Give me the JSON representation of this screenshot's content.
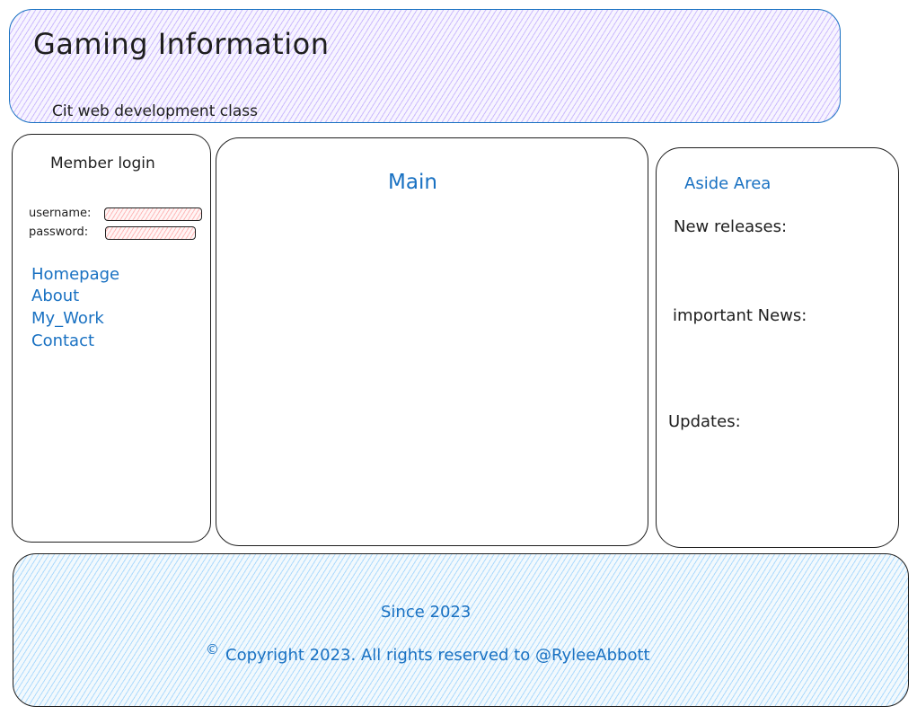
{
  "header": {
    "title": "Gaming Information",
    "subtitle": "Cit web development class"
  },
  "sidebar": {
    "heading": "Member login",
    "username_label": "username:",
    "password_label": "password:",
    "links": [
      "Homepage",
      "About",
      "My_Work",
      "Contact"
    ]
  },
  "main": {
    "heading": "Main"
  },
  "aside": {
    "heading": "Aside Area",
    "sections": [
      "New releases:",
      "important News:",
      "Updates:"
    ]
  },
  "footer": {
    "since": "Since 2023",
    "copyright_symbol": "©",
    "copyright": "Copyright 2023. All rights reserved to @RyleeAbbott"
  },
  "colors": {
    "stroke": "#1e1e1e",
    "accent_blue": "#1971c2",
    "header_fill": "#d0bfff",
    "footer_fill": "#a5d8ff",
    "field_fill": "#ffc9c9"
  }
}
